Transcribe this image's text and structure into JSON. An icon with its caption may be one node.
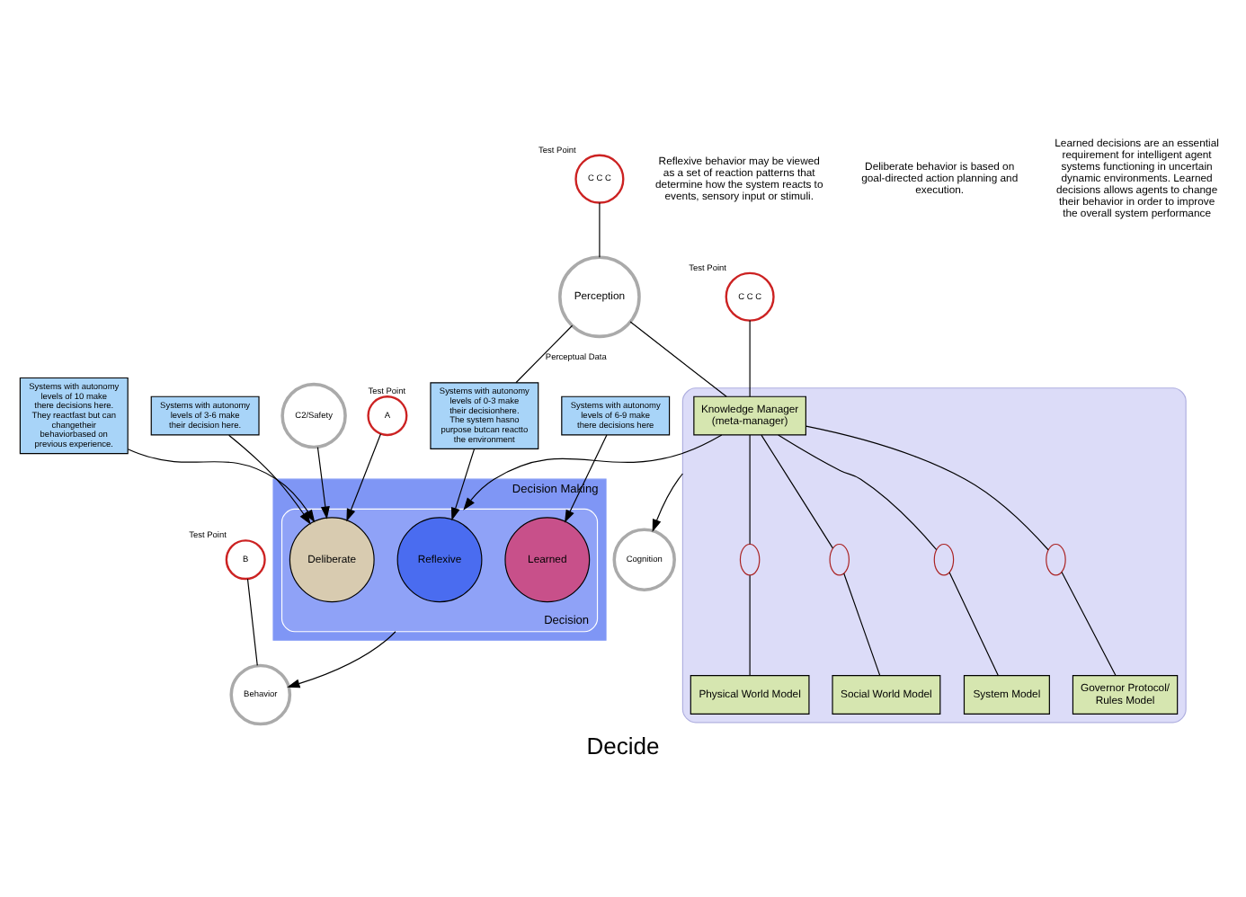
{
  "diagram": {
    "caption": "Decide",
    "nodes": [
      {
        "text": [
          "Decision Making"
        ]
      },
      {
        "text": [
          "Decision"
        ],
        "in": 0
      },
      {
        "text": [
          "Reflexive"
        ],
        "in": 1
      },
      {
        "text": [
          "Deliberate"
        ],
        "in": 1
      },
      {
        "text": [
          "Learned"
        ],
        "in": 1
      },
      {
        "text": [
          "Perception"
        ]
      },
      {
        "text": [
          "C C C"
        ],
        "beside": [
          "Test Point"
        ]
      },
      {
        "text": [
          "Systems with autonomy levels of 0-3 make their decisionhere. The system hasno purpose butcan reactto the environment"
        ]
      },
      {
        "text": [
          "Systems with autonomy levels of 3-6 make their decision here."
        ]
      },
      {
        "text": [
          "C2/Safety"
        ]
      },
      {
        "text": [
          "A"
        ],
        "beside": [
          "Test Point"
        ]
      },
      {
        "text": [
          "B"
        ],
        "beside": [
          "Test Point"
        ]
      },
      {
        "text": [
          "Behavior"
        ]
      },
      {
        "text": [
          "Systems with autonomy levels of 10 make there decisions here. They reactfast but can changetheir behaviorbased on previous experience."
        ]
      },
      {
        "text": [
          "Systems with autonomy levels of 6-9 make there decisions here"
        ]
      },
      {
        "text": [
          "C C C"
        ],
        "beside": [
          "Test Point"
        ]
      },
      {
        "text": [],
        "shape": "box"
      },
      {
        "text": [
          "Knowledge Manager (meta-manager)"
        ],
        "in": 16
      },
      {
        "text": [],
        "shape": "ellipse",
        "in": 16
      },
      {
        "text": [],
        "shape": "ellipse",
        "in": 16
      },
      {
        "text": [],
        "shape": "ellipse",
        "in": 16
      },
      {
        "text": [],
        "shape": "ellipse",
        "in": 16
      },
      {
        "text": [
          "Physical World Model"
        ],
        "in": 16
      },
      {
        "text": [
          "Social World Model"
        ],
        "in": 16
      },
      {
        "text": [
          "System Model"
        ],
        "in": 16
      },
      {
        "text": [
          "Governor Protocol/ Rules Model"
        ],
        "in": 16
      },
      {
        "text": [
          "Cognition"
        ]
      }
    ],
    "edges": [
      {
        "from": 5,
        "to": 7,
        "arrow": "none",
        "label": "Perceptual Data"
      },
      {
        "from": 6,
        "to": 5,
        "arrow": "none"
      },
      {
        "from": 5,
        "to": 17,
        "arrow": "none"
      },
      {
        "from": 7,
        "to": 2,
        "arrow": "to"
      },
      {
        "from": 8,
        "to": 3,
        "arrow": "to"
      },
      {
        "from": 9,
        "to": 3,
        "arrow": "to"
      },
      {
        "from": 10,
        "to": 3,
        "arrow": "to"
      },
      {
        "from": 1,
        "to": 12,
        "arrow": "to"
      },
      {
        "from": 11,
        "to": 12,
        "arrow": "none"
      },
      {
        "from": 13,
        "to": 3,
        "arrow": "to"
      },
      {
        "from": 14,
        "to": 4,
        "arrow": "to"
      },
      {
        "from": 17,
        "to": 1,
        "arrow": "to"
      },
      {
        "from": 15,
        "to": 17,
        "arrow": "none"
      },
      {
        "from": 17,
        "to": 18,
        "arrow": "none"
      },
      {
        "from": 17,
        "to": 19,
        "arrow": "none"
      },
      {
        "from": 17,
        "to": 20,
        "arrow": "none"
      },
      {
        "from": 17,
        "to": 21,
        "arrow": "none"
      },
      {
        "from": 18,
        "to": 22,
        "arrow": "none"
      },
      {
        "from": 19,
        "to": 23,
        "arrow": "none"
      },
      {
        "from": 20,
        "to": 24,
        "arrow": "none"
      },
      {
        "from": 21,
        "to": 25,
        "arrow": "none"
      },
      {
        "from": 16,
        "to": 26,
        "arrow": "to"
      }
    ],
    "labels": [
      "Reflexive behavior may be viewed as a set of reaction patterns that determine how the system reacts to events, sensory input or stimuli.",
      "Deliberate behavior is based on goal-directed action planning and execution.",
      "Learned decisions are an essential requirement for intelligent agent systems functioning in uncertain dynamic environments. Learned decisions allows agents to change their behavior in order to improve the overall system performance"
    ]
  }
}
